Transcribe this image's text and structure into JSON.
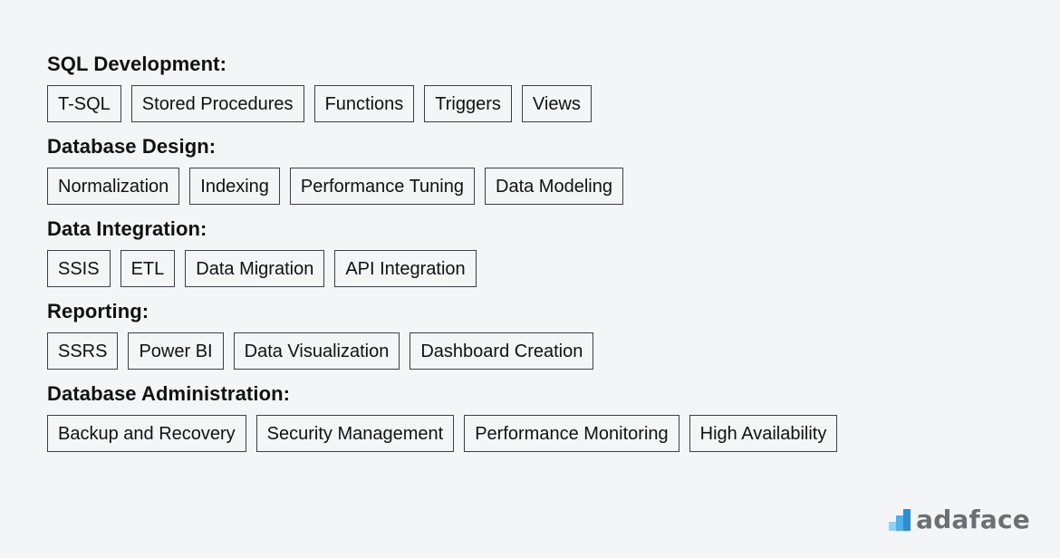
{
  "categories": [
    {
      "title": "SQL Development:",
      "tags": [
        "T-SQL",
        "Stored Procedures",
        "Functions",
        "Triggers",
        "Views"
      ]
    },
    {
      "title": "Database Design:",
      "tags": [
        "Normalization",
        "Indexing",
        "Performance Tuning",
        "Data Modeling"
      ]
    },
    {
      "title": "Data Integration:",
      "tags": [
        "SSIS",
        "ETL",
        "Data Migration",
        "API Integration"
      ]
    },
    {
      "title": "Reporting:",
      "tags": [
        "SSRS",
        "Power BI",
        "Data Visualization",
        "Dashboard Creation"
      ]
    },
    {
      "title": "Database Administration:",
      "tags": [
        "Backup and Recovery",
        "Security Management",
        "Performance Monitoring",
        "High Availability"
      ]
    }
  ],
  "logo": {
    "text": "adaface",
    "icon": "adaface-logo-icon",
    "colors": [
      "#8fd0f4",
      "#4fb1ea",
      "#2c8fd6"
    ]
  },
  "colors": {
    "background": "#f4f5f7",
    "tag_border": "#3a3f4a",
    "text": "#111111",
    "logo_text": "#6b6f76"
  }
}
